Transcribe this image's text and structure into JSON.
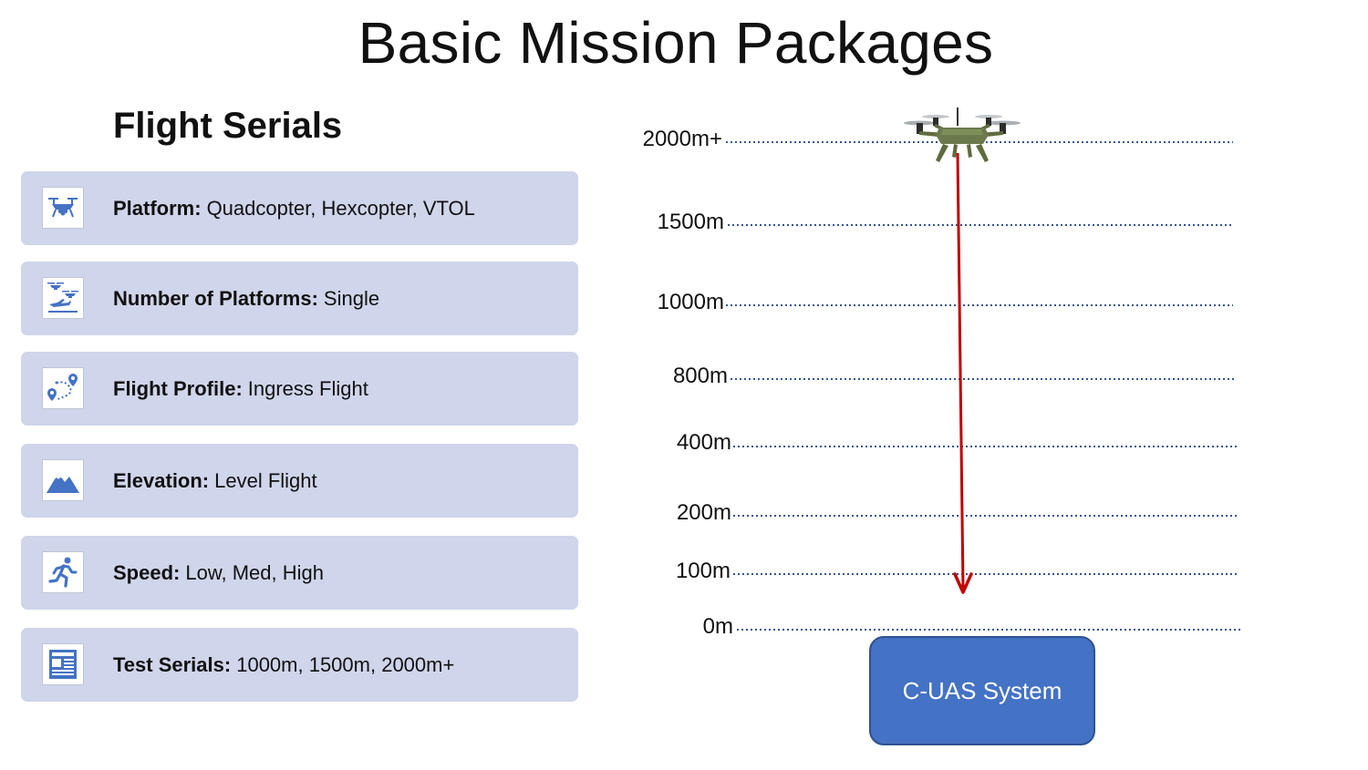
{
  "title": "Basic Mission Packages",
  "subtitle": "Flight Serials",
  "cards": [
    {
      "label": "Platform:",
      "value": "Quadcopter, Hexcopter, VTOL",
      "icon": "drone-icon"
    },
    {
      "label": "Number of Platforms:",
      "value": "Single",
      "icon": "multiple-platforms-icon"
    },
    {
      "label": "Flight Profile:",
      "value": "Ingress Flight",
      "icon": "route-map-icon"
    },
    {
      "label": "Elevation:",
      "value": "Level Flight",
      "icon": "mountain-icon"
    },
    {
      "label": "Speed:",
      "value": "Low, Med, High",
      "icon": "running-person-icon"
    },
    {
      "label": "Test Serials:",
      "value": "1000m, 1500m, 2000m+",
      "icon": "newspaper-icon"
    }
  ],
  "altitudes": [
    "2000m+",
    "1500m",
    "1000m",
    "800m",
    "400m",
    "200m",
    "100m",
    "0m"
  ],
  "target_box": "C-UAS System",
  "colors": {
    "card_bg": "#cfd5ea",
    "icon_blue": "#4472c4",
    "dotted_line": "#2f5496",
    "arrow": "#c00000",
    "target_box": "#4472c4",
    "drone_body": "#6b7a4c"
  }
}
